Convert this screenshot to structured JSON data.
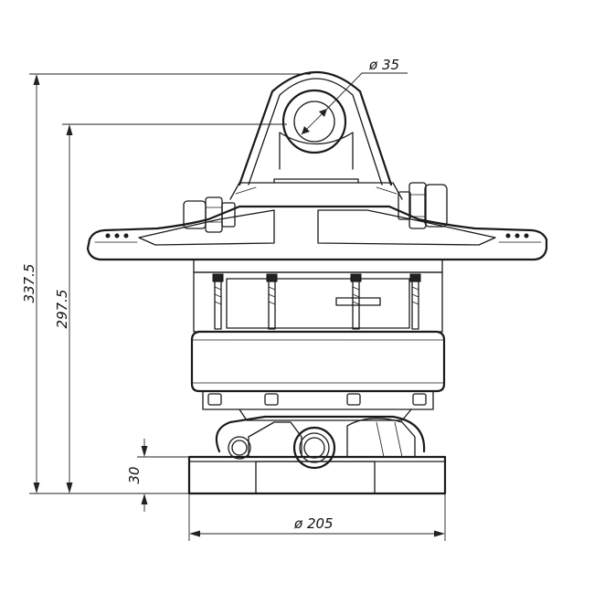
{
  "dimensions": {
    "pin_diameter": "35",
    "overall_height": "337.5",
    "pin_height": "297.5",
    "flange_thickness": "30",
    "base_diameter": "205"
  },
  "symbols": {
    "diameter": "ø"
  },
  "colors": {
    "line": "#1a1a1a",
    "background": "#ffffff"
  }
}
